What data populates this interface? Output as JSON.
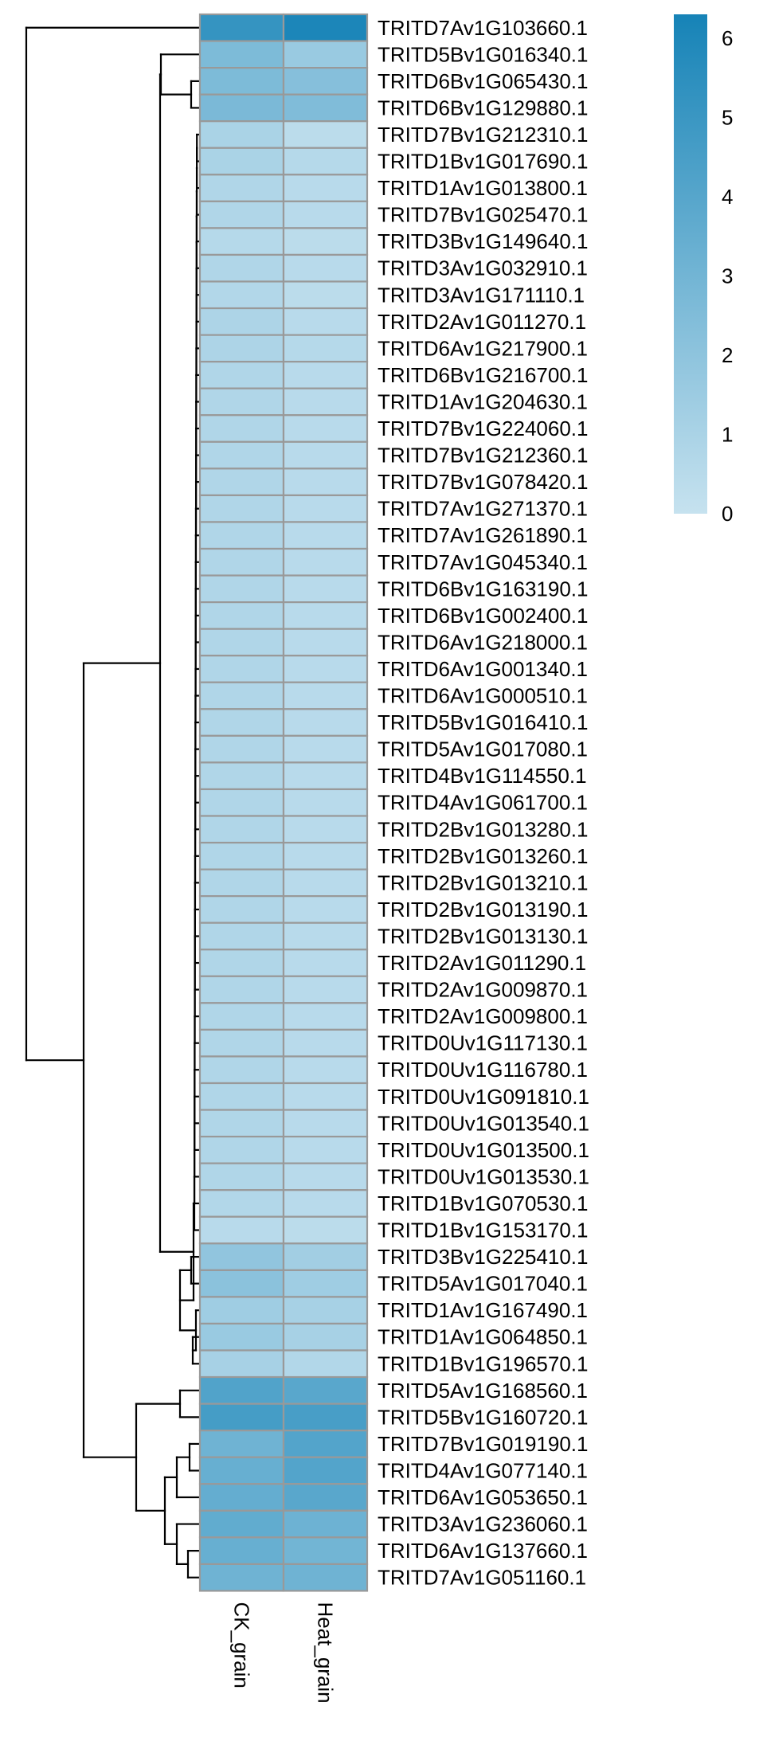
{
  "chart_data": {
    "type": "heatmap",
    "columns": [
      "CK_grain",
      "Heat_grain"
    ],
    "rows": [
      {
        "gene": "TRITD7Av1G103660.1",
        "values": [
          5.2,
          6.1
        ]
      },
      {
        "gene": "TRITD5Bv1G016340.1",
        "values": [
          2.6,
          1.6
        ]
      },
      {
        "gene": "TRITD6Bv1G065430.1",
        "values": [
          2.6,
          2.3
        ]
      },
      {
        "gene": "TRITD6Bv1G129880.1",
        "values": [
          2.7,
          2.5
        ]
      },
      {
        "gene": "TRITD7Bv1G212310.1",
        "values": [
          1.0,
          0.4
        ]
      },
      {
        "gene": "TRITD1Bv1G017690.1",
        "values": [
          1.0,
          0.6
        ]
      },
      {
        "gene": "TRITD1Av1G013800.1",
        "values": [
          0.8,
          0.5
        ]
      },
      {
        "gene": "TRITD7Bv1G025470.1",
        "values": [
          0.8,
          0.5
        ]
      },
      {
        "gene": "TRITD3Bv1G149640.1",
        "values": [
          0.6,
          0.4
        ]
      },
      {
        "gene": "TRITD3Av1G032910.1",
        "values": [
          0.8,
          0.5
        ]
      },
      {
        "gene": "TRITD3Av1G171110.1",
        "values": [
          0.7,
          0.4
        ]
      },
      {
        "gene": "TRITD2Av1G011270.1",
        "values": [
          0.9,
          0.5
        ]
      },
      {
        "gene": "TRITD6Av1G217900.1",
        "values": [
          0.9,
          0.6
        ]
      },
      {
        "gene": "TRITD6Bv1G216700.1",
        "values": [
          0.8,
          0.5
        ]
      },
      {
        "gene": "TRITD1Av1G204630.1",
        "values": [
          0.8,
          0.5
        ]
      },
      {
        "gene": "TRITD7Bv1G224060.1",
        "values": [
          0.8,
          0.5
        ]
      },
      {
        "gene": "TRITD7Bv1G212360.1",
        "values": [
          0.8,
          0.5
        ]
      },
      {
        "gene": "TRITD7Bv1G078420.1",
        "values": [
          0.8,
          0.5
        ]
      },
      {
        "gene": "TRITD7Av1G271370.1",
        "values": [
          0.8,
          0.5
        ]
      },
      {
        "gene": "TRITD7Av1G261890.1",
        "values": [
          0.8,
          0.5
        ]
      },
      {
        "gene": "TRITD7Av1G045340.1",
        "values": [
          0.8,
          0.5
        ]
      },
      {
        "gene": "TRITD6Bv1G163190.1",
        "values": [
          0.8,
          0.5
        ]
      },
      {
        "gene": "TRITD6Bv1G002400.1",
        "values": [
          0.8,
          0.5
        ]
      },
      {
        "gene": "TRITD6Av1G218000.1",
        "values": [
          0.8,
          0.5
        ]
      },
      {
        "gene": "TRITD6Av1G001340.1",
        "values": [
          0.8,
          0.5
        ]
      },
      {
        "gene": "TRITD6Av1G000510.1",
        "values": [
          0.8,
          0.5
        ]
      },
      {
        "gene": "TRITD5Bv1G016410.1",
        "values": [
          0.8,
          0.5
        ]
      },
      {
        "gene": "TRITD5Av1G017080.1",
        "values": [
          0.8,
          0.5
        ]
      },
      {
        "gene": "TRITD4Bv1G114550.1",
        "values": [
          0.8,
          0.5
        ]
      },
      {
        "gene": "TRITD4Av1G061700.1",
        "values": [
          0.8,
          0.5
        ]
      },
      {
        "gene": "TRITD2Bv1G013280.1",
        "values": [
          0.8,
          0.5
        ]
      },
      {
        "gene": "TRITD2Bv1G013260.1",
        "values": [
          0.8,
          0.5
        ]
      },
      {
        "gene": "TRITD2Bv1G013210.1",
        "values": [
          0.8,
          0.5
        ]
      },
      {
        "gene": "TRITD2Bv1G013190.1",
        "values": [
          0.8,
          0.5
        ]
      },
      {
        "gene": "TRITD2Bv1G013130.1",
        "values": [
          0.8,
          0.5
        ]
      },
      {
        "gene": "TRITD2Av1G011290.1",
        "values": [
          0.8,
          0.5
        ]
      },
      {
        "gene": "TRITD2Av1G009870.1",
        "values": [
          0.8,
          0.5
        ]
      },
      {
        "gene": "TRITD2Av1G009800.1",
        "values": [
          0.8,
          0.5
        ]
      },
      {
        "gene": "TRITD0Uv1G117130.1",
        "values": [
          0.8,
          0.5
        ]
      },
      {
        "gene": "TRITD0Uv1G116780.1",
        "values": [
          0.8,
          0.5
        ]
      },
      {
        "gene": "TRITD0Uv1G091810.1",
        "values": [
          0.8,
          0.5
        ]
      },
      {
        "gene": "TRITD0Uv1G013540.1",
        "values": [
          0.8,
          0.5
        ]
      },
      {
        "gene": "TRITD0Uv1G013500.1",
        "values": [
          0.8,
          0.5
        ]
      },
      {
        "gene": "TRITD0Uv1G013530.1",
        "values": [
          0.8,
          0.5
        ]
      },
      {
        "gene": "TRITD1Bv1G070530.1",
        "values": [
          0.7,
          0.5
        ]
      },
      {
        "gene": "TRITD1Bv1G153170.1",
        "values": [
          0.5,
          0.4
        ]
      },
      {
        "gene": "TRITD3Bv1G225410.1",
        "values": [
          1.9,
          1.3
        ]
      },
      {
        "gene": "TRITD5Av1G017040.1",
        "values": [
          2.1,
          1.4
        ]
      },
      {
        "gene": "TRITD1Av1G167490.1",
        "values": [
          1.4,
          1.1
        ]
      },
      {
        "gene": "TRITD1Av1G064850.1",
        "values": [
          1.6,
          1.1
        ]
      },
      {
        "gene": "TRITD1Bv1G196570.1",
        "values": [
          1.1,
          0.7
        ]
      },
      {
        "gene": "TRITD5Av1G168560.1",
        "values": [
          4.2,
          3.9
        ]
      },
      {
        "gene": "TRITD5Bv1G160720.1",
        "values": [
          4.6,
          4.5
        ]
      },
      {
        "gene": "TRITD7Bv1G019190.1",
        "values": [
          3.1,
          4.1
        ]
      },
      {
        "gene": "TRITD4Av1G077140.1",
        "values": [
          3.4,
          4.1
        ]
      },
      {
        "gene": "TRITD6Av1G053650.1",
        "values": [
          3.5,
          3.9
        ]
      },
      {
        "gene": "TRITD3Av1G236060.1",
        "values": [
          3.6,
          3.2
        ]
      },
      {
        "gene": "TRITD6Av1G137660.1",
        "values": [
          3.4,
          3.0
        ]
      },
      {
        "gene": "TRITD7Av1G051160.1",
        "values": [
          3.1,
          3.1
        ]
      }
    ],
    "color_scale": {
      "min": 0,
      "max": 6.3,
      "low_color": "#c6e2ef",
      "high_color": "#1683b7",
      "ticks": [
        "0",
        "1",
        "2",
        "3",
        "4",
        "5",
        "6"
      ]
    },
    "cell_border_color": "#999999",
    "dendrogram_side": "left",
    "legend_placement": "top-right"
  }
}
